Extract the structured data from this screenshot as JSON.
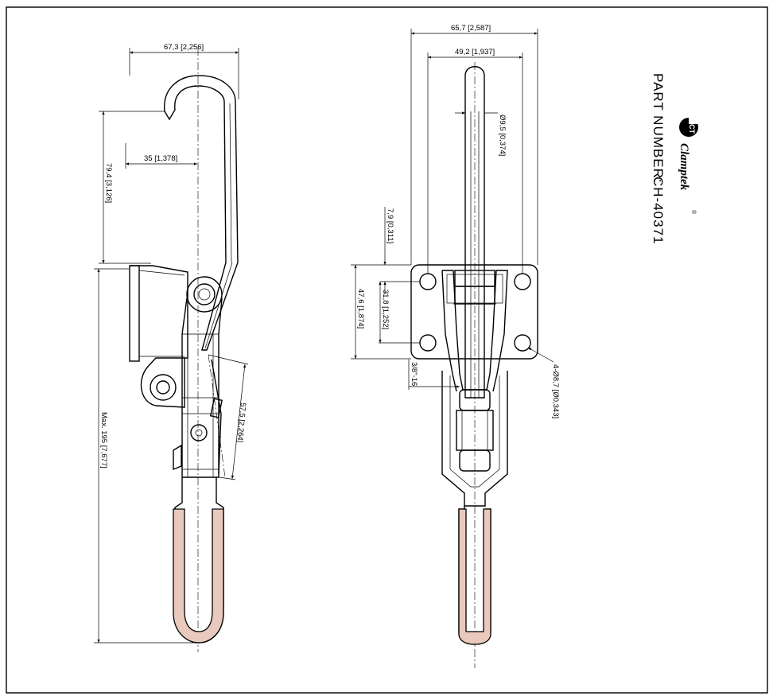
{
  "title_block": {
    "part_number_label": "PART NUMBER:",
    "part_number_value": "CH-40371",
    "brand": "Clamptek",
    "logo_letters": "CT",
    "registered_mark": "®"
  },
  "side_view": {
    "dim_top_width": "67,3 [2,256]",
    "dim_hook_height": "79,4 [3,126]",
    "dim_hook_reach": "35 [1,378]",
    "dim_max_height": "Max. 195 [7,677]",
    "dim_handle_offset": "57,5 [2,264]"
  },
  "front_view": {
    "dim_overall_width": "65,7 [2,587]",
    "dim_hole_spacing_width": "49,2 [1,937]",
    "dim_rod_diameter": "Ø9,5 [0,374]",
    "dim_base_top_offset": "7,9 [0,311]",
    "dim_hole_spacing_height": "31,8 [1,252]",
    "dim_base_height": "47,6 [1,874]",
    "dim_thread": "3/8\"-16",
    "dim_mount_holes": "4-Ø8,7 [Ø0,343]"
  },
  "colors": {
    "line": "#000000",
    "grip_fill": "#e9c9bc",
    "background": "#ffffff"
  }
}
